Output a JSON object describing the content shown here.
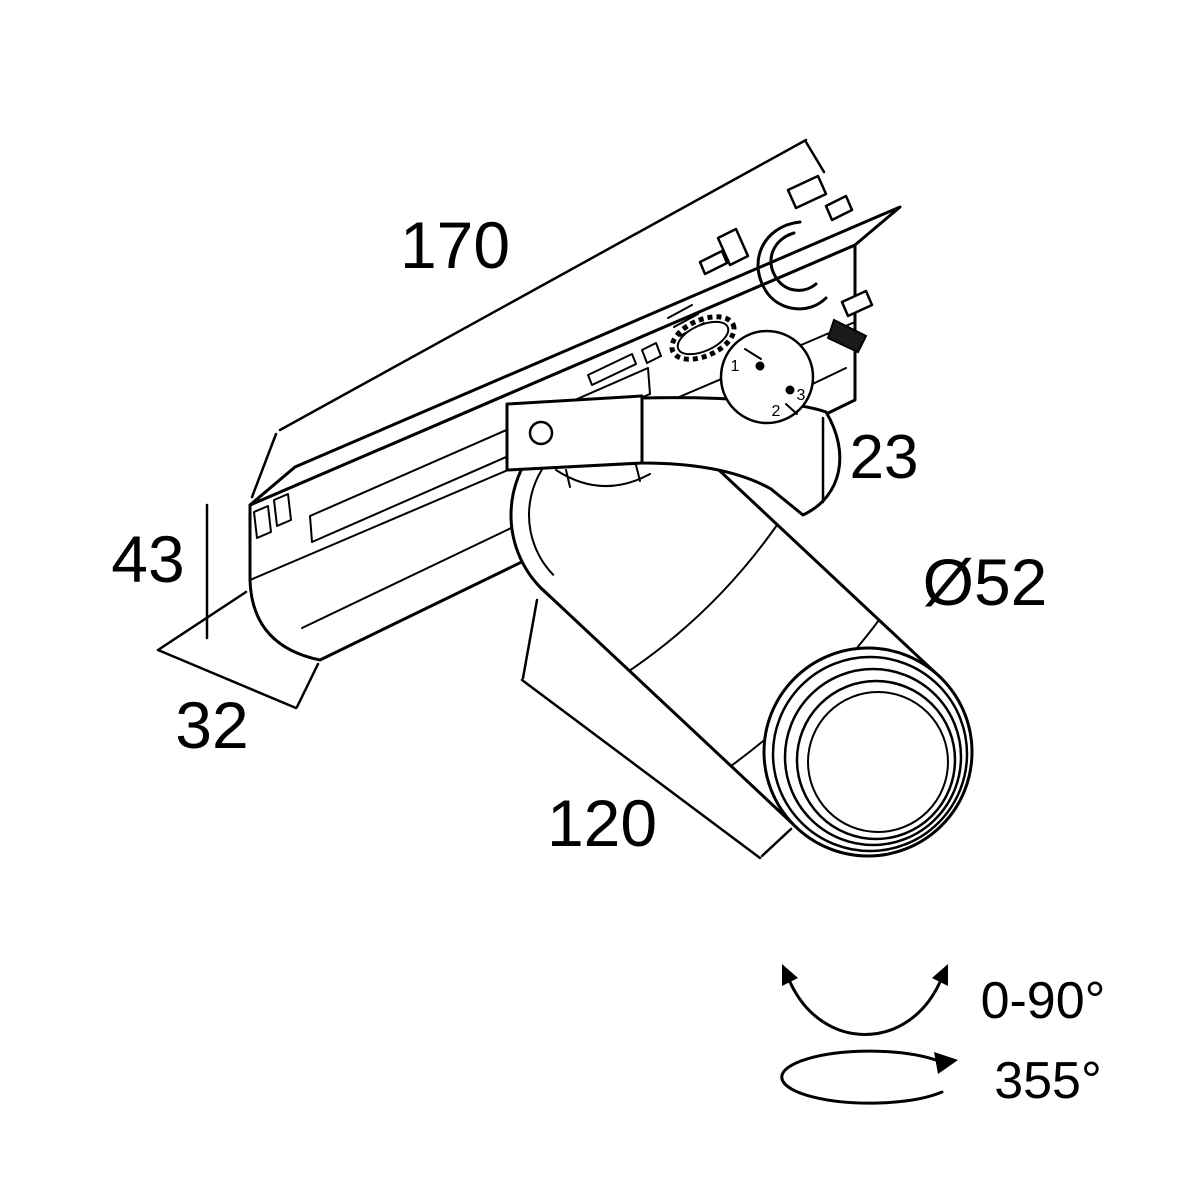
{
  "figure": {
    "type": "technical dimension drawing",
    "subject": "track-mounted cylindrical spotlight with 3-phase track adapter",
    "background_color": "#ffffff",
    "line_color": "#000000",
    "dimensions": {
      "track_length": "170",
      "track_height": "43",
      "track_width": "32",
      "arm_offset": "23",
      "body_diameter": "Ø52",
      "body_length": "120"
    },
    "angles": {
      "tilt_range": "0-90°",
      "rotation_range": "355°"
    },
    "dial": {
      "markings": [
        "1",
        "2",
        "3"
      ]
    },
    "icons": {
      "tilt": "tilt-arc-double-arrow-icon",
      "rotation": "rotation-ellipse-arrow-icon"
    }
  }
}
